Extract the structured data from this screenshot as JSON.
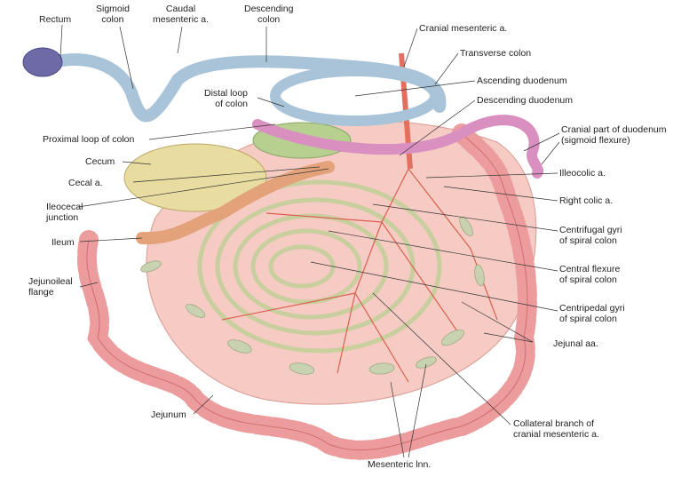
{
  "labels": {
    "rectum": "Rectum",
    "sigmoid_colon": "Sigmoid\ncolon",
    "caudal_mesenteric": "Caudal\nmesenteric a.",
    "descending_colon": "Descending\ncolon",
    "cranial_mesenteric": "Cranial mesenteric a.",
    "transverse_colon": "Transverse colon",
    "ascending_duodenum": "Ascending duodenum",
    "distal_loop": "Distal loop\nof colon",
    "descending_duodenum": "Descending duodenum",
    "cranial_duodenum": "Cranial part of duodenum\n(sigmoid flexure)",
    "proximal_loop": "Proximal loop of colon",
    "cecum": "Cecum",
    "ileocolic": "Illeocolic a.",
    "cecal": "Cecal a.",
    "right_colic": "Right colic a.",
    "ileocecal_junction": "Ileocecal\njunction",
    "centrifugal_gyri": "Centrifugal gyri\nof spiral colon",
    "ileum": "Ileum",
    "central_flexure": "Central flexure\nof spiral colon",
    "jejunoileal_flange": "Jejunoileal\nflange",
    "centripedal_gyri": "Centripedal gyri\nof spiral colon",
    "jejunal_aa": "Jejunal aa.",
    "jejunum": "Jejunum",
    "collateral_branch": "Collateral branch of\ncranial mesenteric a.",
    "mesenteric_lnn": "Mesenteric lnn."
  },
  "colors": {
    "colon": "#a9c4d8",
    "duodenum": "#d98fc0",
    "cecum": "#e8dca0",
    "ileum": "#e3a27a",
    "jejunum": "#f0a0a0",
    "mesentery": "#f6c9c2",
    "spiral": "#cfd6a8",
    "artery": "#d9604e",
    "lymph_node": "#c9d2b0",
    "rectum": "#6e6aa8"
  }
}
